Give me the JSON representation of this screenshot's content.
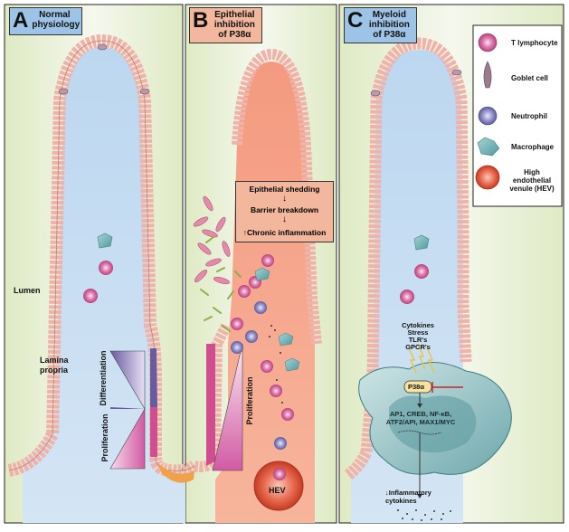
{
  "panels": [
    {
      "letter": "A",
      "title": "Normal physiology"
    },
    {
      "letter": "B",
      "title": "Epithelial inhibition of P38α"
    },
    {
      "letter": "C",
      "title": "Myeloid inhibition of P38α"
    }
  ],
  "legend": [
    {
      "label": "T lymphocyte",
      "icon": "t-lymphocyte-icon",
      "color": "#d9669b"
    },
    {
      "label": "Goblet cell",
      "icon": "goblet-cell-icon",
      "color": "#9a7a8c"
    },
    {
      "label": "Neutrophil",
      "icon": "neutrophil-icon",
      "color": "#7a78b8"
    },
    {
      "label": "Macrophage",
      "icon": "macrophage-icon",
      "color": "#6fb0b4"
    },
    {
      "label": "High endothelial venule (HEV)",
      "icon": "hev-icon",
      "color": "#e2503a"
    }
  ],
  "panel_a": {
    "lumen": "Lumen",
    "lamina_propria": "Lamina propria",
    "differentiation": "Differentiation",
    "proliferation": "Proliferation"
  },
  "panel_b": {
    "cascade": [
      "Epithelial shedding",
      "Barrier breakdown",
      "Chronic inflammation"
    ],
    "proliferation": "Proliferation",
    "hev": "HEV"
  },
  "panel_c": {
    "stimuli": [
      "Cytokines",
      "Stress",
      "TLR's",
      "GPCR's"
    ],
    "kinase": "P38α",
    "factors": [
      "AP1, CREB, NF-κB,",
      "ATF2/API, MAX1/MYC"
    ],
    "output": "Inflammatory cytokines"
  },
  "colors": {
    "stroma": "#e6efd2",
    "villus_core": "#c4dcf0",
    "inflamed_core": "#f29a80",
    "epithelium": "#f4c4bd",
    "panel_tag": "#9dc4e6",
    "panel_tag_b": "#f2b79c"
  }
}
